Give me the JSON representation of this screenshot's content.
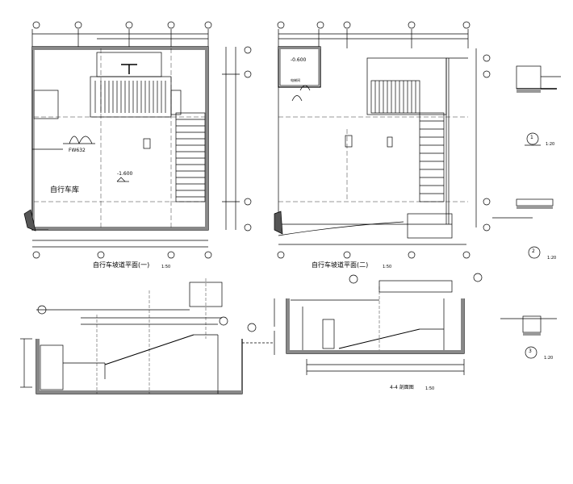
{
  "drawing": {
    "plan1": {
      "title": "自行车坡道平面(一)",
      "scale": "1:50",
      "room_label": "自行车库",
      "elevation": "-1.600",
      "drain_label": "FW632"
    },
    "plan2": {
      "title": "自行车坡道平面(二)",
      "scale": "1:50",
      "elevation": "-0.600",
      "room_label": "电梯间"
    },
    "section": {
      "title": "4-4  剖面图",
      "scale": "1:50"
    },
    "details": [
      {
        "number": "1",
        "scale": "1:20"
      },
      {
        "number": "2",
        "scale": "1:20"
      },
      {
        "number": "3",
        "scale": "1:20"
      }
    ]
  }
}
